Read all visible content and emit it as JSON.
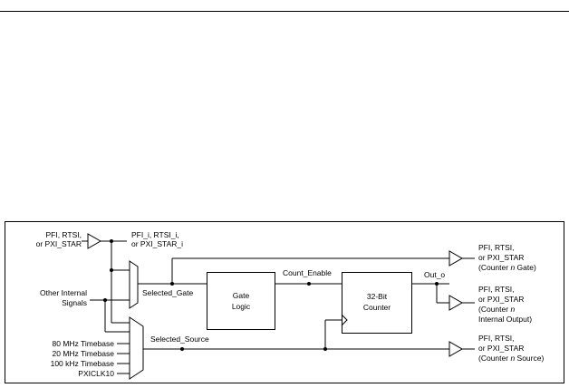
{
  "labels": {
    "input_top": [
      "PFI, RTSI,",
      "or PXI_STAR"
    ],
    "input_top_internal": [
      "PFI_i, RTSI_i,",
      "or PXI_STAR_i"
    ],
    "other_internal": [
      "Other Internal",
      "Signals"
    ],
    "timebase_80": "80 MHz Timebase",
    "timebase_20": "20 MHz Timebase",
    "timebase_100k": "100 kHz Timebase",
    "pxiclk10": "PXICLK10",
    "selected_gate": "Selected_Gate",
    "selected_source": "Selected_Source",
    "count_enable": "Count_Enable",
    "out_o": "Out_o",
    "gate_logic": [
      "Gate",
      "Logic"
    ],
    "counter": [
      "32-Bit",
      "Counter"
    ],
    "out_gate": [
      "PFI, RTSI,",
      "or PXI_STAR",
      "(Counter ",
      "n",
      " Gate)"
    ],
    "out_internal": [
      "PFI, RTSI,",
      "or PXI_STAR",
      "(Counter ",
      "n",
      "Internal Output)"
    ],
    "out_source": [
      "PFI, RTSI,",
      "or PXI_STAR",
      "(Counter ",
      "n",
      " Source)"
    ]
  }
}
